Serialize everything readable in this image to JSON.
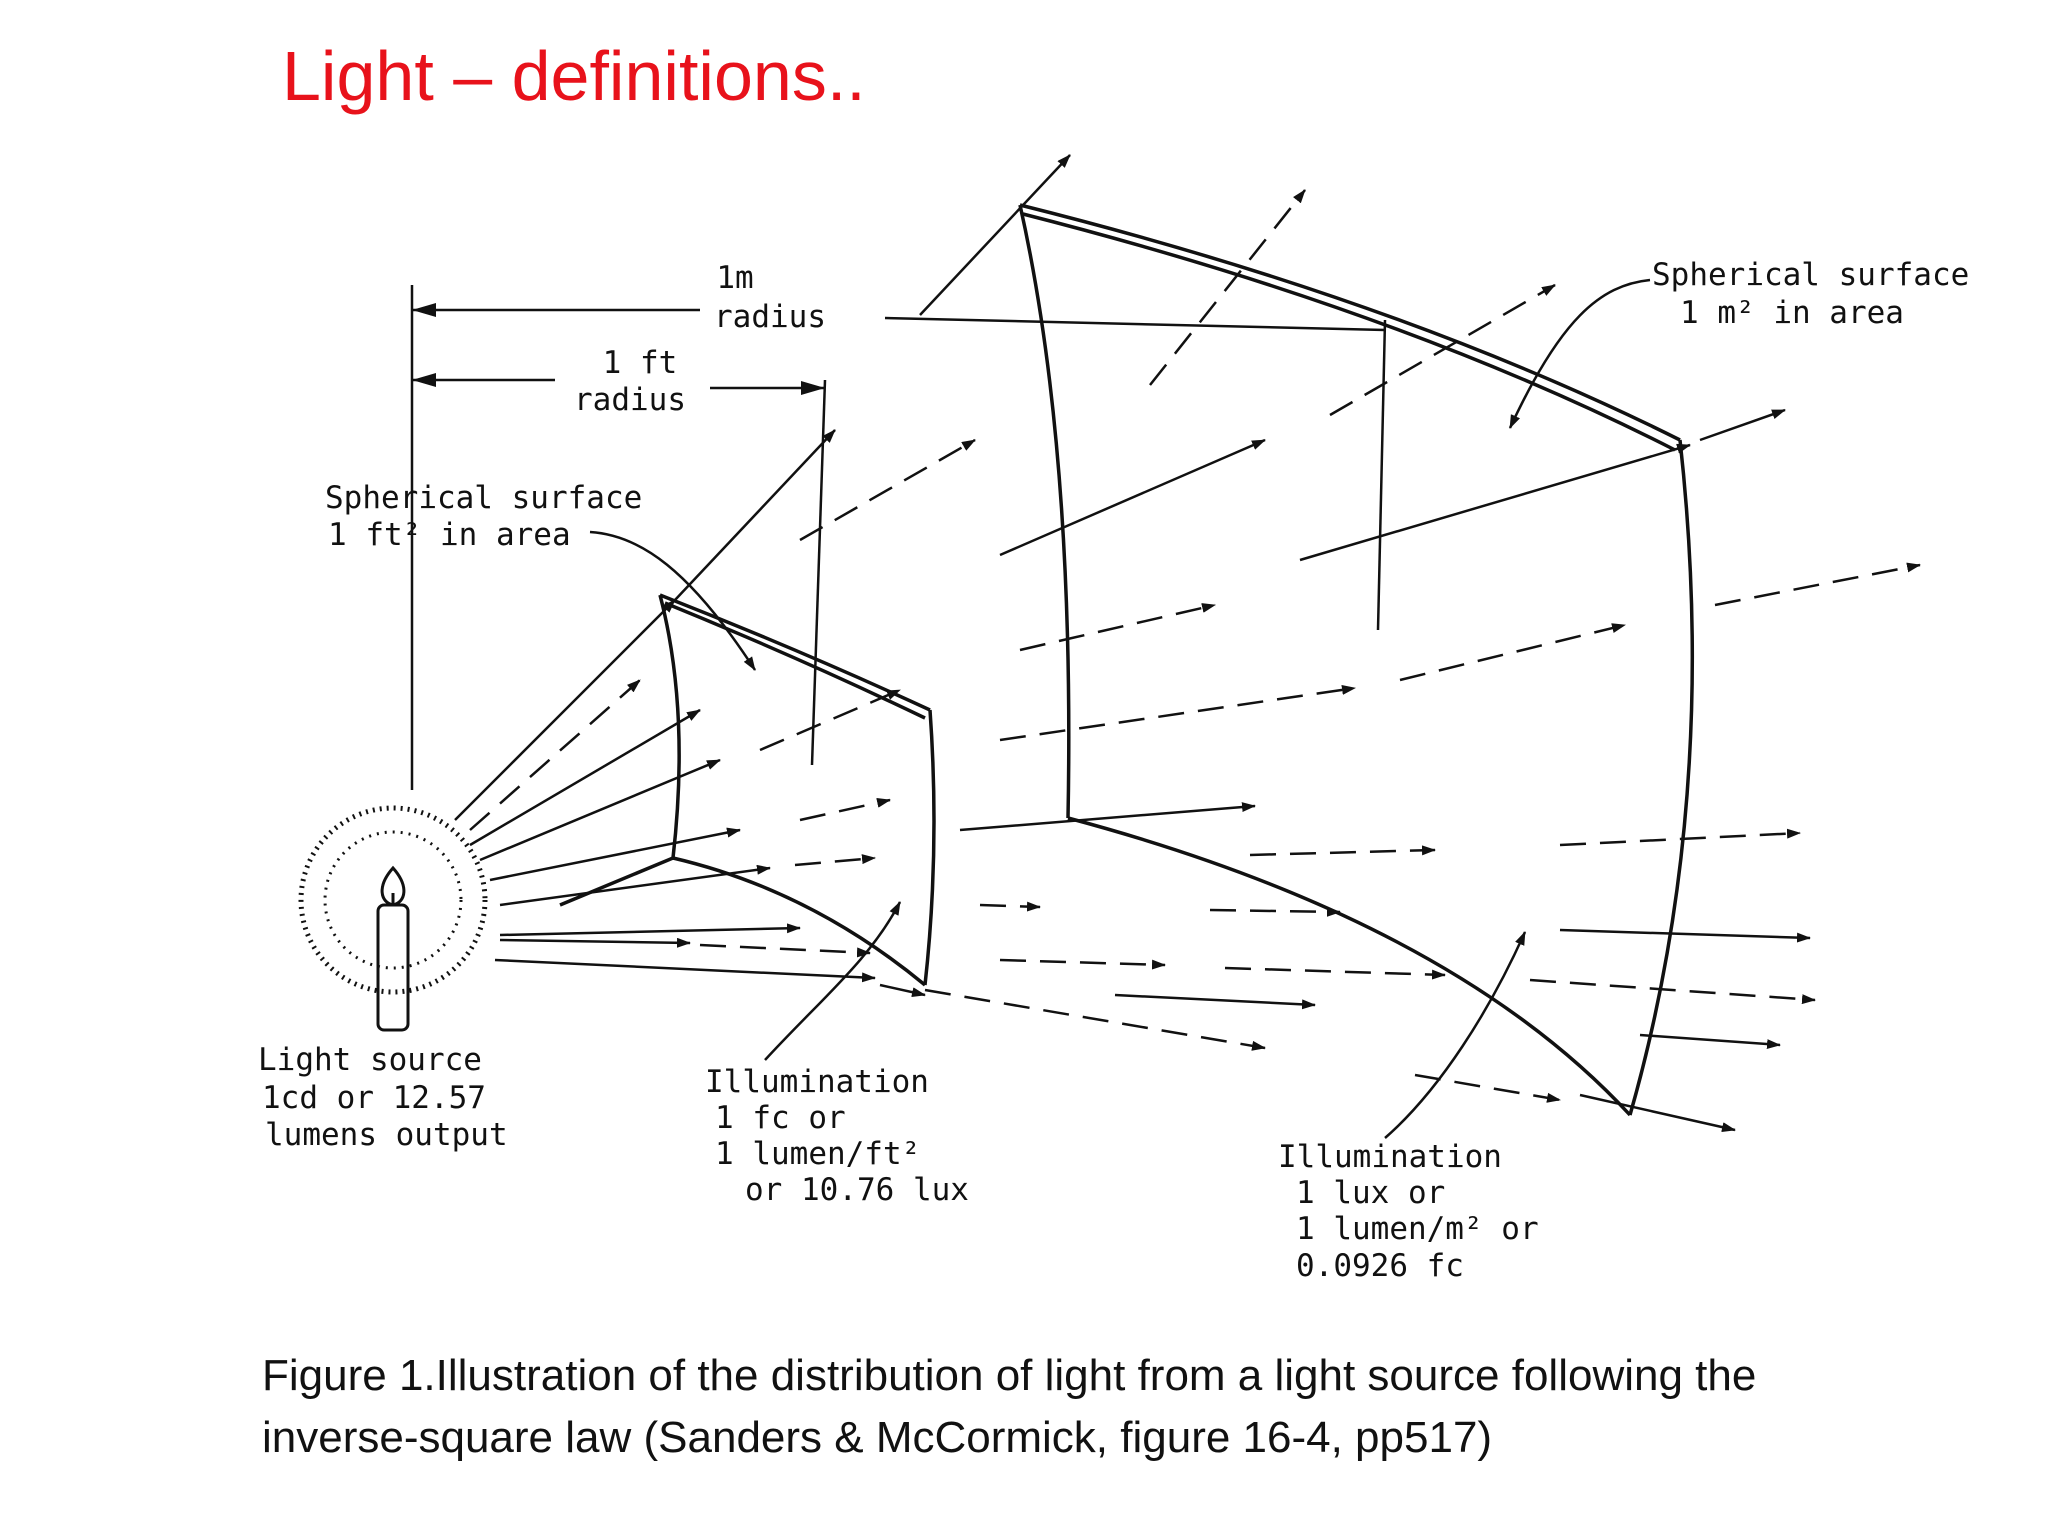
{
  "slide": {
    "title": "Light – definitions..",
    "caption_lines": [
      "Figure 1.Illustration of the distribution of light from a light source following the",
      "inverse-square law (Sanders & McCormick, figure 16-4, pp517)"
    ]
  },
  "diagram": {
    "radius_m": [
      "1m",
      "radius"
    ],
    "radius_ft": [
      "1 ft",
      "radius"
    ],
    "sphere_ft": [
      "Spherical surface",
      "1 ft² in area"
    ],
    "sphere_m": [
      "Spherical surface",
      "1 m² in area"
    ],
    "source": [
      "Light source",
      "1cd or 12.57",
      "lumens output"
    ],
    "illum_ft": [
      "Illumination",
      "1 fc or",
      "1 lumen/ft²",
      "or 10.76 lux"
    ],
    "illum_m": [
      "Illumination",
      "1 lux or",
      "1 lumen/m² or",
      "0.0926 fc"
    ]
  },
  "colors": {
    "title": "#e8121b",
    "ink": "#111111"
  }
}
